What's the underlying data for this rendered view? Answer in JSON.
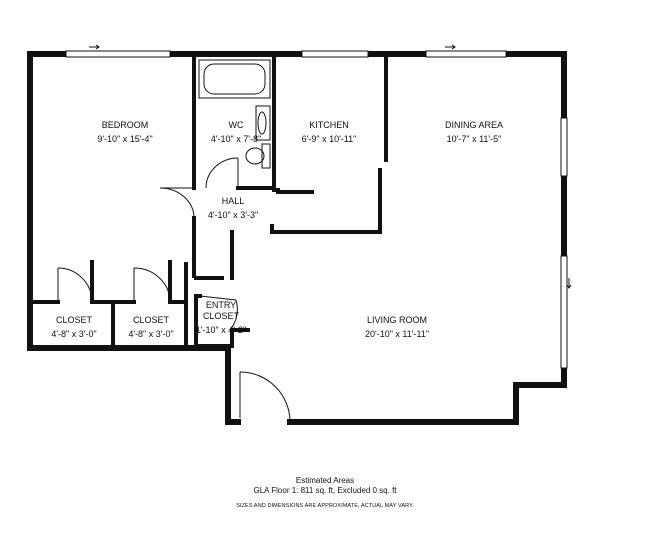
{
  "rooms": {
    "bedroom": {
      "name": "BEDROOM",
      "dims": "9'-10\" x 15'-4\""
    },
    "wc": {
      "name": "WC",
      "dims": "4'-10\" x 7'-8\""
    },
    "kitchen": {
      "name": "KITCHEN",
      "dims": "6'-9\" x 10'-11\""
    },
    "dining": {
      "name": "DINING AREA",
      "dims": "10'-7\" x 11'-5\""
    },
    "hall": {
      "name": "HALL",
      "dims": "4'-10\" x 3'-3\""
    },
    "closet_left": {
      "name": "CLOSET",
      "dims": "4'-8\" x 3'-0\""
    },
    "closet_right": {
      "name": "CLOSET",
      "dims": "4'-8\" x 3'-0\""
    },
    "entry_closet": {
      "name_line1": "ENTRY",
      "name_line2": "CLOSET",
      "dims": "1'-10\" x 4'-2\""
    },
    "living": {
      "name": "LIVING ROOM",
      "dims": "20'-10\" x 11'-11\""
    }
  },
  "footer": {
    "title": "Estimated Areas",
    "gla": "GLA Floor 1: 811 sq. ft, Excluded 0 sq. ft",
    "disclaimer": "SIZES AND DIMENSIONS ARE APPROXIMATE, ACTUAL MAY VARY."
  },
  "icons": [
    "arrow-right-icon",
    "arrow-down-icon",
    "bathtub-icon",
    "toilet-icon",
    "sink-icon",
    "door-swing-icon",
    "window-icon"
  ],
  "colors": {
    "wall": "#111111",
    "background": "#ffffff"
  }
}
